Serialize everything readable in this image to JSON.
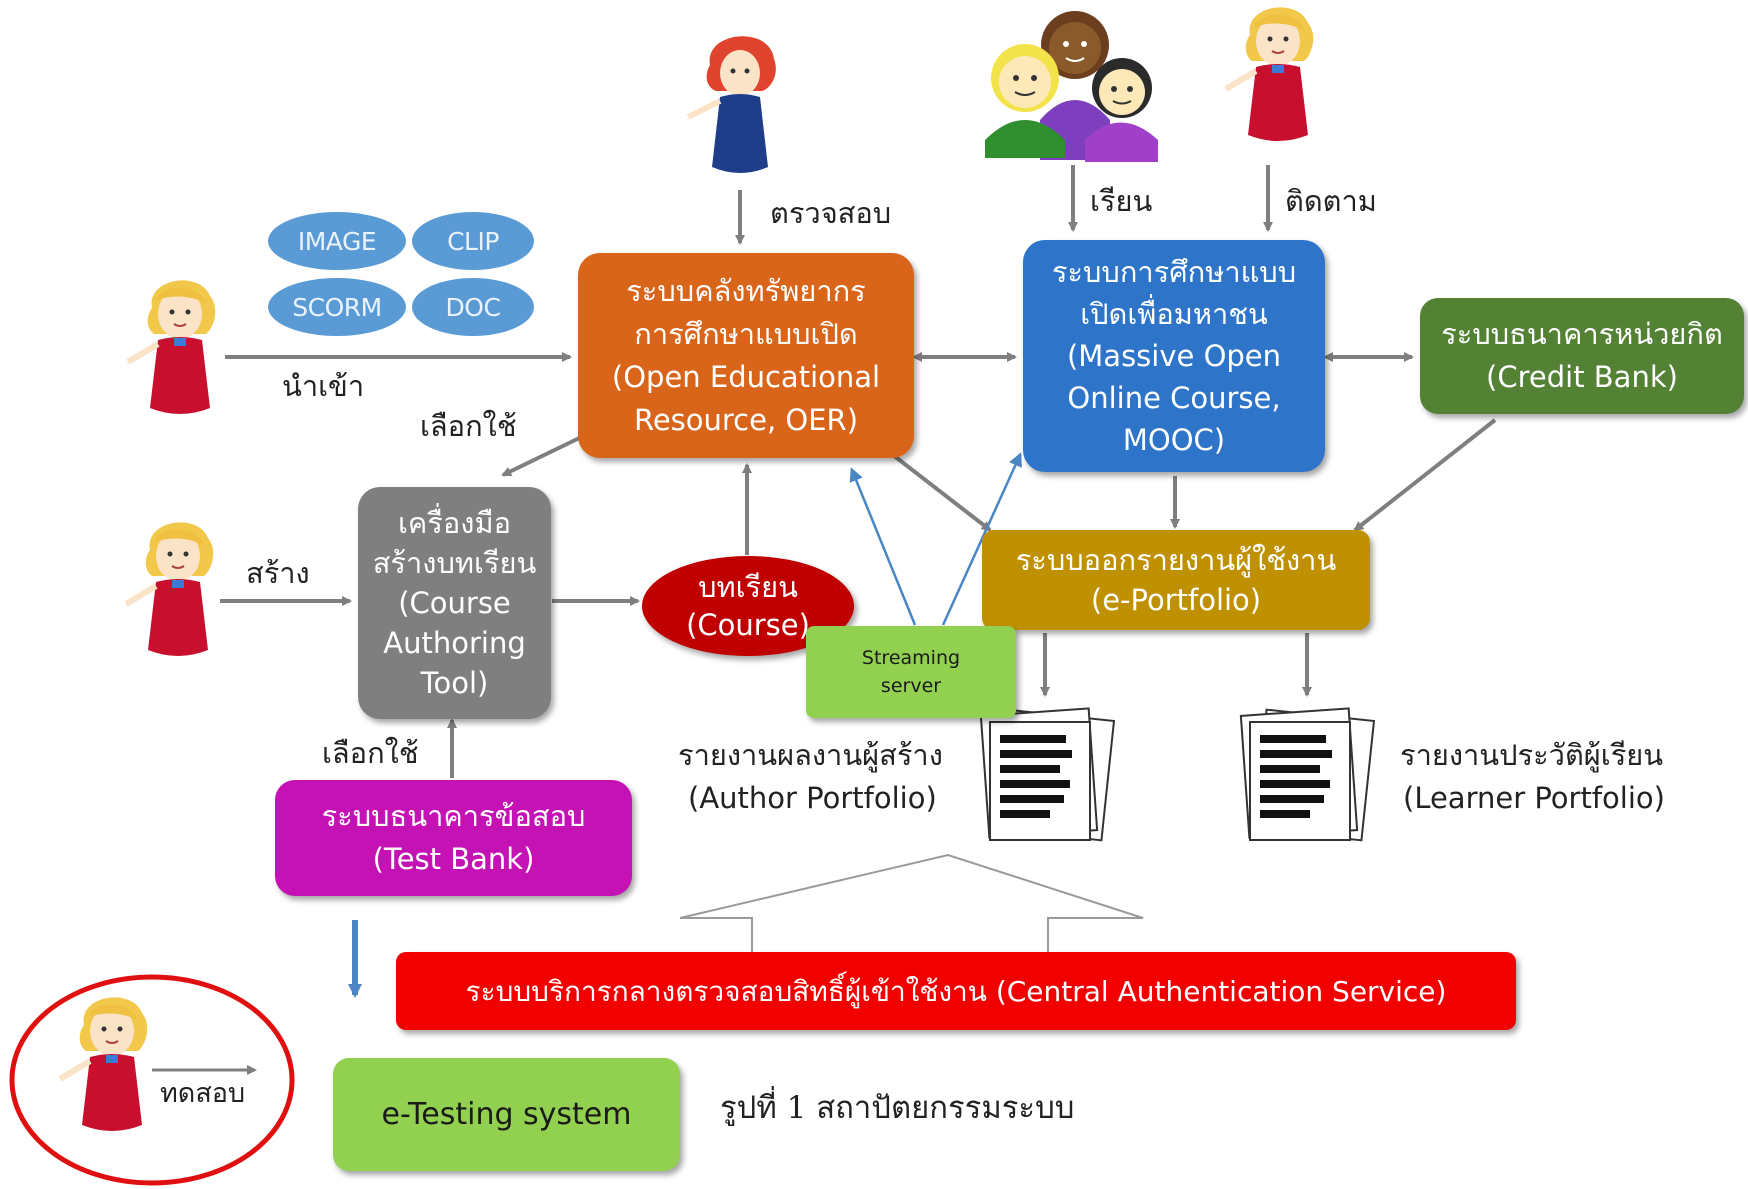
{
  "colors": {
    "oer": "#d9651b",
    "mooc": "#2e75c9",
    "credit": "#548235",
    "authoring": "#7f7f7f",
    "eportfolio": "#bf9000",
    "testbank": "#c412b5",
    "cas": "#f20000",
    "etesting": "#92d050",
    "streaming": "#92d050",
    "course": "#c00000",
    "media": "#5b9bd5",
    "arrow": "#7f7f7f",
    "blue_arrow": "#4a86c5",
    "highlight_circle": "#e01010"
  },
  "media": {
    "image": "IMAGE",
    "clip": "CLIP",
    "scorm": "SCORM",
    "doc": "DOC"
  },
  "boxes": {
    "oer": {
      "line1": "ระบบคลังทรัพยากร",
      "line2": "การศึกษาแบบเปิด",
      "line3": "(Open Educational",
      "line4": "Resource, OER)"
    },
    "mooc": {
      "line1": "ระบบการศึกษาแบบ",
      "line2": "เปิดเพื่อมหาชน",
      "line3": "(Massive Open",
      "line4": "Online Course,",
      "line5": "MOOC)"
    },
    "credit": {
      "line1": "ระบบธนาคารหน่วยกิต",
      "line2": "(Credit Bank)"
    },
    "authoring": {
      "line1": "เครื่องมือ",
      "line2": "สร้างบทเรียน",
      "line3": "(Course",
      "line4": "Authoring",
      "line5": "Tool)"
    },
    "course": {
      "line1": "บทเรียน",
      "line2": "(Course)"
    },
    "eportfolio": {
      "line1": "ระบบออกรายงานผู้ใช้งาน",
      "line2": "(e-Portfolio)"
    },
    "streaming": {
      "line1": "Streaming",
      "line2": "server"
    },
    "testbank": {
      "line1": "ระบบธนาคารข้อสอบ",
      "line2": "(Test Bank)"
    },
    "cas": {
      "text": "ระบบบริการกลางตรวจสอบสิทธิ์ผู้เข้าใช้งาน (Central Authentication Service)"
    },
    "etesting": {
      "text": "e-Testing system"
    }
  },
  "labels": {
    "check": "ตรวจสอบ",
    "study": "เรียน",
    "follow": "ติดตาม",
    "import": "นำเข้า",
    "select_top": "เลือกใช้",
    "create": "สร้าง",
    "select_bottom": "เลือกใช้",
    "test": "ทดสอบ",
    "author_portfolio_th": "รายงานผลงานผู้สร้าง",
    "author_portfolio_en": "(Author Portfolio)",
    "learner_portfolio_th": "รายงานประวัติผู้เรียน",
    "learner_portfolio_en": "(Learner Portfolio)",
    "caption": "รูปที่ 1 สถาปัตยกรรมระบบ"
  }
}
